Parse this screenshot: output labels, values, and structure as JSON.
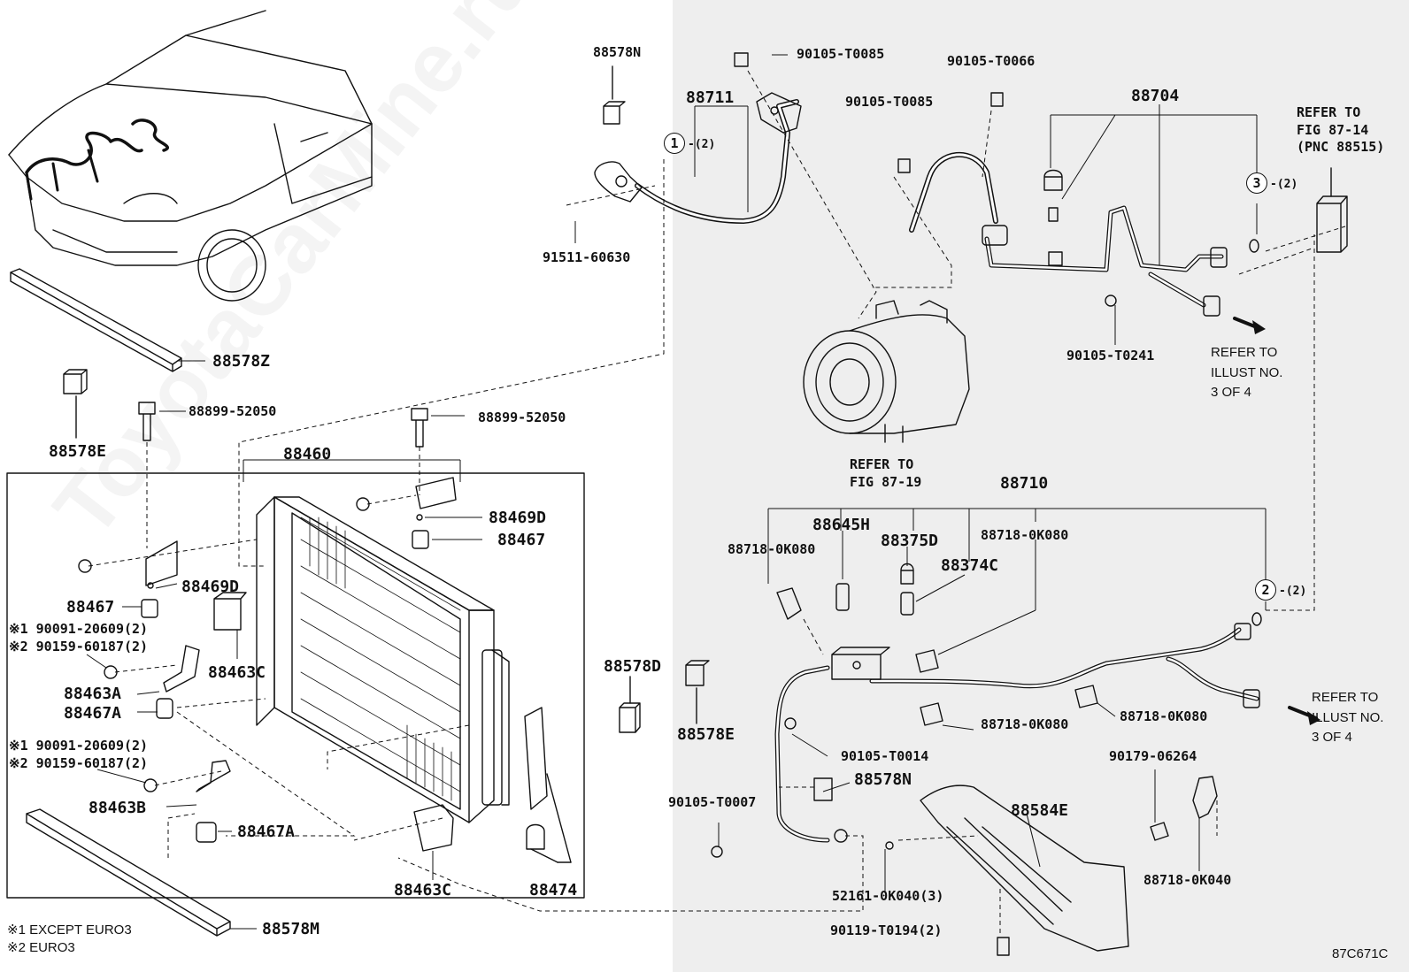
{
  "diagram": {
    "code": "87C671C",
    "watermark": "ToyotaCarMine.ru",
    "footnotes": [
      "※1 EXCEPT EURO3",
      "※2 EURO3"
    ],
    "refers": {
      "fig_87_14": "REFER TO\nFIG 87-14\n(PNC 88515)",
      "fig_87_19": "REFER TO\nFIG 87-19",
      "illust_top": "REFER TO\nILLUST NO.\n3 OF 4",
      "illust_bottom": "REFER TO\nILLUST NO.\n3 OF 4"
    },
    "circle_refs": [
      {
        "num": "1",
        "qty": "-(2)"
      },
      {
        "num": "3",
        "qty": "-(2)"
      },
      {
        "num": "2",
        "qty": "-(2)"
      }
    ],
    "parts": {
      "p88578N_top": "88578N",
      "p88711": "88711",
      "p90105_T0085_a": "90105-T0085",
      "p90105_T0066": "90105-T0066",
      "p90105_T0085_b": "90105-T0085",
      "p88704": "88704",
      "p91511_60630": "91511-60630",
      "p90105_T0241": "90105-T0241",
      "p88578Z": "88578Z",
      "p88578E_left": "88578E",
      "p88899_52050_a": "88899-52050",
      "p88899_52050_b": "88899-52050",
      "p88460": "88460",
      "p88469D_a": "88469D",
      "p88467_a": "88467",
      "p88469D_b": "88469D",
      "p88467_b": "88467",
      "p88463C_a": "88463C",
      "fn_1a": "※1 90091-20609(2)",
      "fn_2a": "※2 90159-60187(2)",
      "p88463A": "88463A",
      "p88467A_a": "88467A",
      "fn_1b": "※1 90091-20609(2)",
      "fn_2b": "※2 90159-60187(2)",
      "p88463B": "88463B",
      "p88467A_b": "88467A",
      "p88463C_b": "88463C",
      "p88474": "88474",
      "p88578M": "88578M",
      "p88578D": "88578D",
      "p88578E_mid": "88578E",
      "p88710": "88710",
      "p88645H": "88645H",
      "p88375D": "88375D",
      "p88718_0K080_a": "88718-0K080",
      "p88718_0K080_b": "88718-0K080",
      "p88374C": "88374C",
      "p88718_0K080_c": "88718-0K080",
      "p88718_0K080_d": "88718-0K080",
      "p90105_T0014": "90105-T0014",
      "p88578N_bottom": "88578N",
      "p90105_T0007": "90105-T0007",
      "p88584E": "88584E",
      "p90179_06264": "90179-06264",
      "p52161_0K040": "52161-0K040(3)",
      "p88718_0K040": "88718-0K040",
      "p90119_T0194": "90119-T0194(2)"
    }
  }
}
